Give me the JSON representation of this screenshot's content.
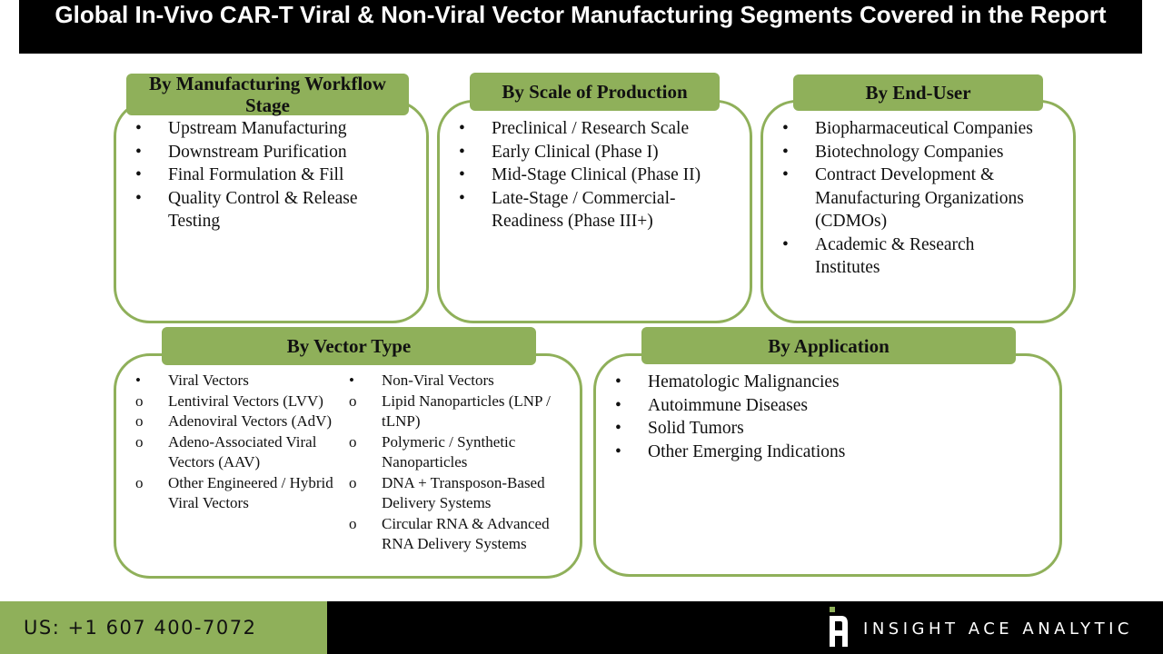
{
  "title": "Global In-Vivo CAR-T Viral & Non-Viral Vector Manufacturing Segments Covered in the Report",
  "colors": {
    "accent": "#8fb05a",
    "header_bg": "#000000",
    "text": "#111111"
  },
  "segments": [
    {
      "heading": "By Manufacturing Workflow Stage",
      "items": [
        "Upstream Manufacturing",
        "Downstream Purification",
        "Final Formulation & Fill",
        "Quality Control & Release Testing"
      ]
    },
    {
      "heading": "By Scale of Production",
      "items": [
        "Preclinical / Research Scale",
        "Early Clinical (Phase I)",
        "Mid-Stage Clinical (Phase II)",
        "Late-Stage / Commercial-Readiness (Phase III+)"
      ]
    },
    {
      "heading": "By End-User",
      "items": [
        "Biopharmaceutical Companies",
        "Biotechnology Companies",
        "Contract Development & Manufacturing Organizations (CDMOs)",
        "Academic & Research Institutes"
      ]
    },
    {
      "heading": "By Vector Type",
      "viral": {
        "title": "Viral Vectors",
        "items": [
          "Lentiviral Vectors (LVV)",
          "Adenoviral Vectors (AdV)",
          "Adeno-Associated Viral Vectors (AAV)",
          "Other Engineered / Hybrid Viral Vectors"
        ]
      },
      "non_viral": {
        "title": "Non-Viral Vectors",
        "items": [
          "Lipid Nanoparticles (LNP / tLNP)",
          "Polymeric / Synthetic Nanoparticles",
          "DNA + Transposon-Based Delivery Systems",
          "Circular RNA & Advanced RNA Delivery Systems"
        ]
      }
    },
    {
      "heading": "By Application",
      "items": [
        "Hematologic Malignancies",
        "Autoimmune Diseases",
        "Solid Tumors",
        "Other Emerging Indications"
      ]
    }
  ],
  "bullets": {
    "primary": "•",
    "secondary": "o"
  },
  "footer": {
    "phone": "US: +1 607 400-7072",
    "brand": "INSIGHT ACE ANALYTIC"
  }
}
